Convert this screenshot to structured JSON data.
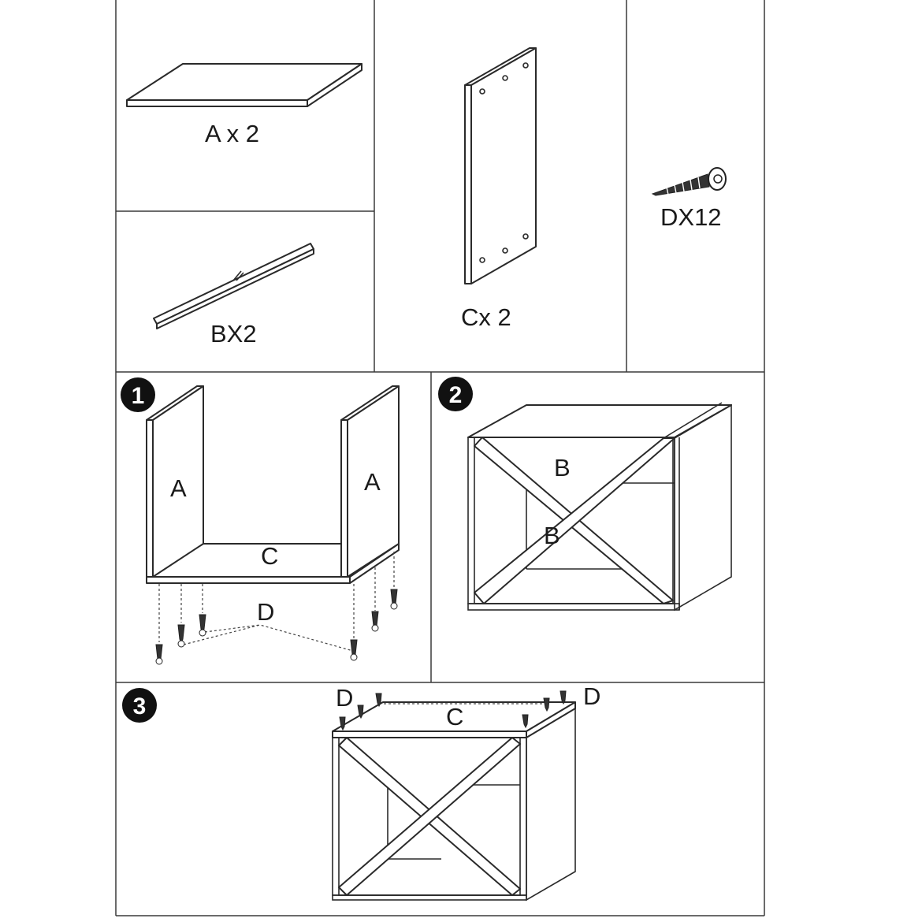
{
  "parts": {
    "a": "A  x 2",
    "b": "BX2",
    "c": "Cx 2",
    "d": "DX12"
  },
  "steps": [
    {
      "number": "1",
      "labels": {
        "left_panel": "A",
        "right_panel": "A",
        "base": "C",
        "screws": "D"
      }
    },
    {
      "number": "2",
      "labels": {
        "divider_top": "B",
        "divider_mid": "B"
      }
    },
    {
      "number": "3",
      "labels": {
        "top": "C",
        "screws_left": "D",
        "screws_right": "D"
      }
    }
  ]
}
